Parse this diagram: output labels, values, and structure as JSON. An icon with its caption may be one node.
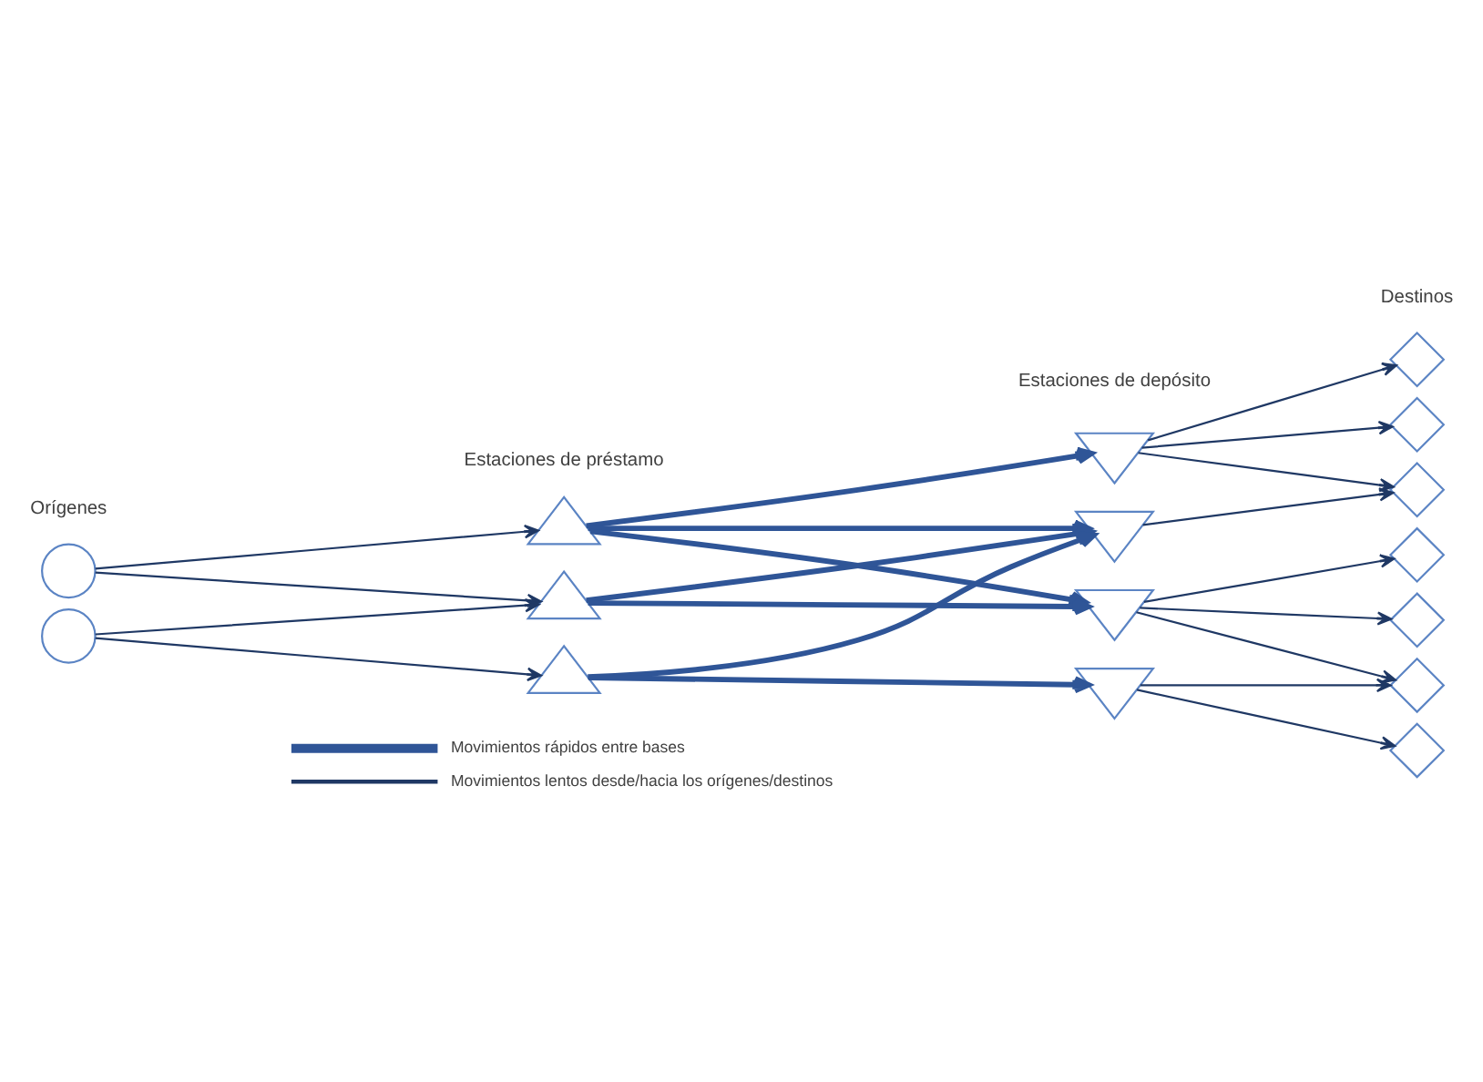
{
  "diagram": {
    "nodes": [
      {
        "text": [],
        "shape": "circle"
      },
      {
        "text": [],
        "shape": "circle"
      },
      {
        "text": [],
        "shape": "triangle"
      },
      {
        "text": [],
        "shape": "triangle"
      },
      {
        "text": [],
        "shape": "triangle"
      },
      {
        "text": [],
        "shape": "inverted-triangle"
      },
      {
        "text": [],
        "shape": "inverted-triangle"
      },
      {
        "text": [],
        "shape": "inverted-triangle"
      },
      {
        "text": [],
        "shape": "inverted-triangle"
      },
      {
        "text": [],
        "shape": "diamond"
      },
      {
        "text": [],
        "shape": "diamond"
      },
      {
        "text": [],
        "shape": "diamond"
      },
      {
        "text": [],
        "shape": "diamond"
      },
      {
        "text": [],
        "shape": "diamond"
      },
      {
        "text": [],
        "shape": "diamond"
      },
      {
        "text": [],
        "shape": "diamond"
      }
    ],
    "edges": [
      {
        "from": 0,
        "to": 2,
        "arrow": "to"
      },
      {
        "from": 0,
        "to": 3,
        "arrow": "to"
      },
      {
        "from": 1,
        "to": 3,
        "arrow": "to"
      },
      {
        "from": 1,
        "to": 4,
        "arrow": "to"
      },
      {
        "from": 2,
        "to": 5,
        "arrow": "to",
        "style": "thick",
        "color": "#2f5597"
      },
      {
        "from": 2,
        "to": 6,
        "arrow": "to",
        "style": "thick",
        "color": "#2f5597"
      },
      {
        "from": 2,
        "to": 7,
        "arrow": "to",
        "style": "thick",
        "color": "#2f5597"
      },
      {
        "from": 3,
        "to": 6,
        "arrow": "to",
        "style": "thick",
        "color": "#2f5597"
      },
      {
        "from": 3,
        "to": 7,
        "arrow": "to",
        "style": "thick",
        "color": "#2f5597"
      },
      {
        "from": 4,
        "to": 6,
        "arrow": "to",
        "style": "thick",
        "color": "#2f5597"
      },
      {
        "from": 4,
        "to": 8,
        "arrow": "to",
        "style": "thick",
        "color": "#2f5597"
      },
      {
        "from": 5,
        "to": 9,
        "arrow": "to"
      },
      {
        "from": 5,
        "to": 10,
        "arrow": "to"
      },
      {
        "from": 5,
        "to": 11,
        "arrow": "to"
      },
      {
        "from": 6,
        "to": 11,
        "arrow": "to"
      },
      {
        "from": 7,
        "to": 12,
        "arrow": "to"
      },
      {
        "from": 7,
        "to": 13,
        "arrow": "to"
      },
      {
        "from": 7,
        "to": 14,
        "arrow": "to"
      },
      {
        "from": 8,
        "to": 14,
        "arrow": "to"
      },
      {
        "from": 8,
        "to": 15,
        "arrow": "to"
      }
    ],
    "labels": [
      "Orígenes",
      "Estaciones de préstamo",
      "Estaciones de depósito",
      "Destinos"
    ],
    "legend": [
      {
        "text": "Movimientos rápidos entre bases"
      },
      {
        "text": "Movimientos lentos desde/hacia los orígenes/destinos"
      }
    ]
  }
}
